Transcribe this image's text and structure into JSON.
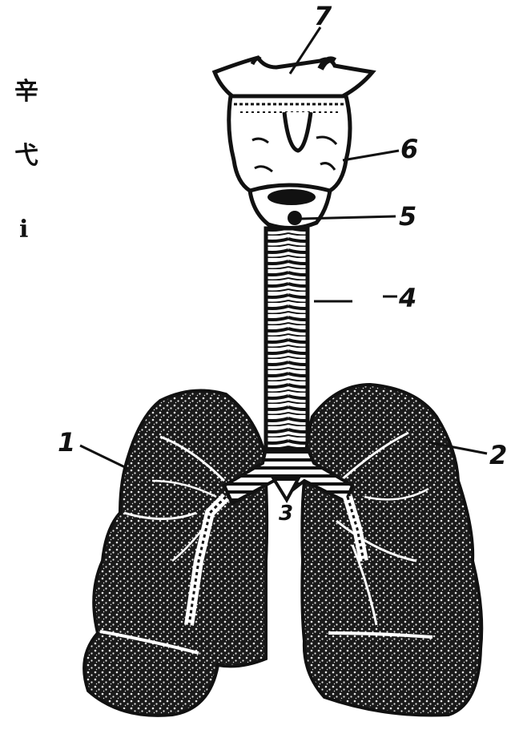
{
  "diagram": {
    "callouts": [
      {
        "id": "1",
        "text": "1"
      },
      {
        "id": "2",
        "text": "2"
      },
      {
        "id": "3",
        "text": "3"
      },
      {
        "id": "4",
        "text": "4"
      },
      {
        "id": "5",
        "text": "5"
      },
      {
        "id": "6",
        "text": "6"
      },
      {
        "id": "7",
        "text": "7"
      }
    ],
    "side_glyphs": [
      "辛",
      "弋",
      "i"
    ]
  },
  "colors": {
    "ink": "#111111",
    "paper": "#ffffff",
    "lung_fill": "#1a1a1a",
    "lung_texture": "#e8e8e8"
  }
}
